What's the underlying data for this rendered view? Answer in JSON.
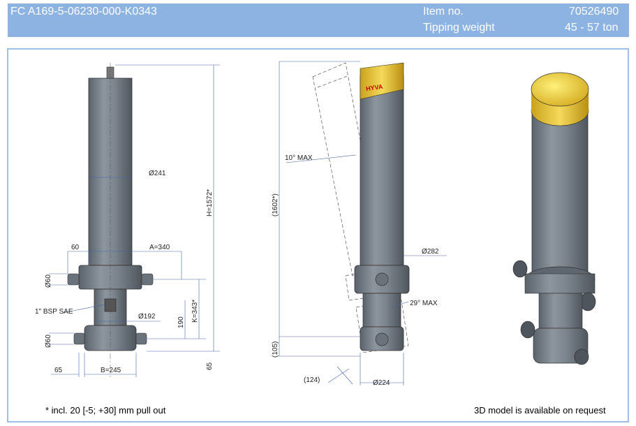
{
  "header": {
    "part_number": "FC A169-5-06230-000-K0343",
    "item_label": "Item no.",
    "item_value": "70526490",
    "weight_label": "Tipping weight",
    "weight_value": "45 - 57 ton"
  },
  "drawing": {
    "left_view": {
      "dia_241": "Ø241",
      "dim_60": "60",
      "dim_A": "A=340",
      "dim_H": "H=1572*",
      "dia60_upper": "Ø60",
      "port_label": "1\" BSP SAE",
      "dia_192": "Ø192",
      "dim_190": "190",
      "dim_K": "K=343*",
      "dia60_lower": "Ø60",
      "dim_65_left": "65",
      "dim_B": "B=245",
      "dim_65_right": "65"
    },
    "side_view": {
      "angle_10": "10° MAX",
      "dim_1602": "(1602*)",
      "dia_282": "Ø282",
      "angle_29": "29° MAX",
      "dim_105": "(105)",
      "dim_124": "(124)",
      "dia_224": "Ø224",
      "logo_text": "HYVA"
    }
  },
  "footer": {
    "note": "* incl. 20 [-5; +30] mm pull out",
    "model_note": "3D model is available on request"
  },
  "colors": {
    "header_bg": "#8db3e2",
    "cylinder": "#6e7781",
    "cap": "#e8c23a"
  }
}
